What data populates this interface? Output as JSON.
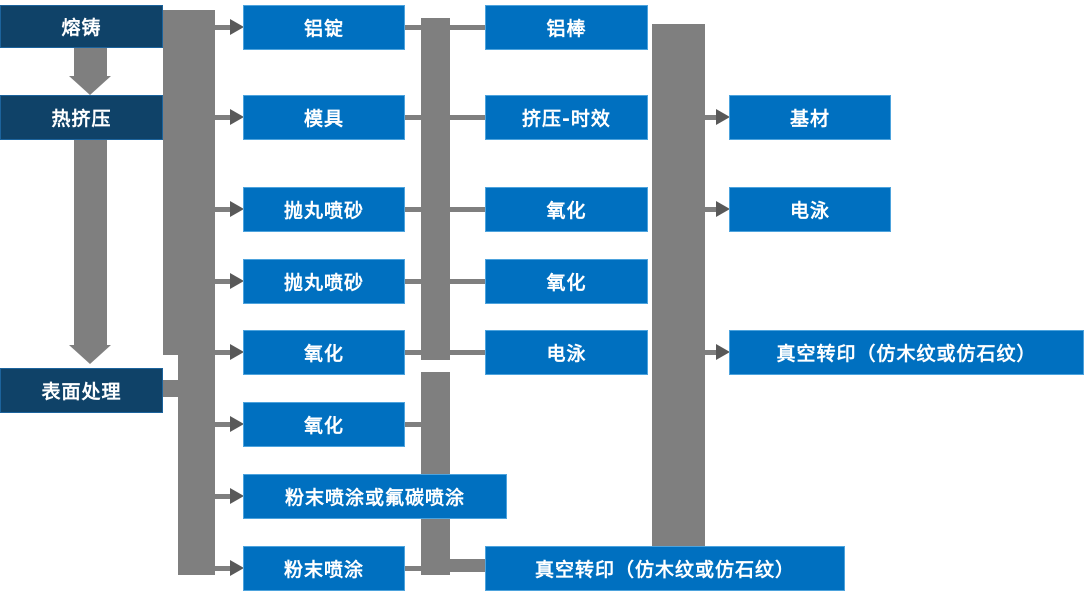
{
  "diagram": {
    "type": "process-flowchart",
    "colors": {
      "stage_box": "#0f4268",
      "process_box": "#0070c0",
      "connector": "#7f7f7f",
      "arrowhead": "#595959",
      "text": "#ffffff",
      "background": "#ffffff"
    }
  },
  "nodes": [
    {
      "id": "melting-casting",
      "label": "熔铸"
    },
    {
      "id": "hot-extrusion",
      "label": "热挤压"
    },
    {
      "id": "surface-treatment",
      "label": "表面处理"
    },
    {
      "id": "aluminum-ingot",
      "label": "铝锭"
    },
    {
      "id": "mold",
      "label": "模具"
    },
    {
      "id": "shot-blasting-1",
      "label": "抛丸喷砂"
    },
    {
      "id": "shot-blasting-2",
      "label": "抛丸喷砂"
    },
    {
      "id": "oxidation-1",
      "label": "氧化"
    },
    {
      "id": "oxidation-2",
      "label": "氧化"
    },
    {
      "id": "powder-or-fluorocarbon-coating",
      "label": "粉末喷涂或氟碳喷涂"
    },
    {
      "id": "powder-coating",
      "label": "粉末喷涂"
    },
    {
      "id": "aluminum-rod",
      "label": "铝棒"
    },
    {
      "id": "extrusion-aging",
      "label": "挤压-时效"
    },
    {
      "id": "oxidation-3",
      "label": "氧化"
    },
    {
      "id": "oxidation-4",
      "label": "氧化"
    },
    {
      "id": "electrophoresis-1",
      "label": "电泳"
    },
    {
      "id": "vacuum-transfer-bottom",
      "label": "真空转印（仿木纹或仿石纹）"
    },
    {
      "id": "base-material",
      "label": "基材"
    },
    {
      "id": "electrophoresis-2",
      "label": "电泳"
    },
    {
      "id": "vacuum-transfer-right",
      "label": "真空转印（仿木纹或仿石纹）"
    }
  ]
}
